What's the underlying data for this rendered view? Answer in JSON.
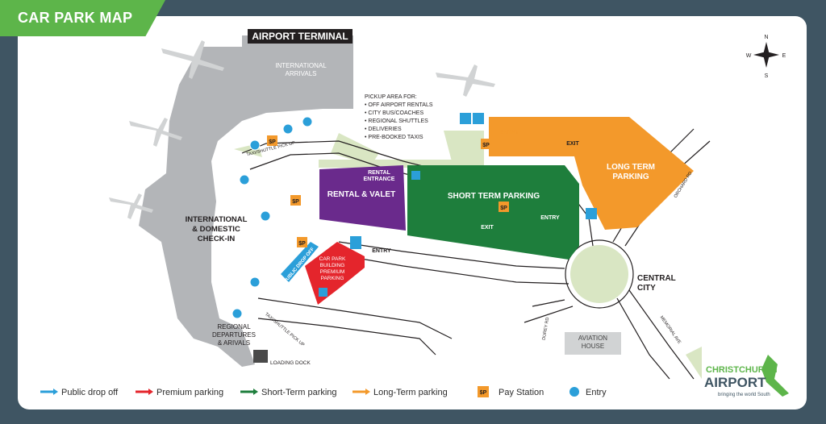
{
  "title": "CAR PARK MAP",
  "labels": {
    "airport_terminal": "AIRPORT TERMINAL",
    "international_arrivals_1": "INTERNATIONAL",
    "international_arrivals_2": "ARRIVALS",
    "pickup_lines": [
      "PICKUP AREA FOR:",
      "• OFF AIRPORT RENTALS",
      "• CITY BUS/COACHES",
      "• REGIONAL SHUTTLES",
      "• DELIVERIES",
      "• PRE-BOOKED TAXIS"
    ],
    "taxi_pickup_top": "TAXI/SHUTTLE PICK UP",
    "checkin_1": "INTERNATIONAL",
    "checkin_2": "& DOMESTIC",
    "checkin_3": "CHECK-IN",
    "regional_1": "REGIONAL",
    "regional_2": "DEPARTURES",
    "regional_3": "& ARIVALS",
    "loading_dock": "LOADING DOCK",
    "taxi_pickup_bottom": "TAXI/SHUTTLE PICK UP",
    "rental_entrance_1": "RENTAL",
    "rental_entrance_2": "ENTRANCE",
    "rental_valet": "RENTAL & VALET",
    "short_term": "SHORT TERM PARKING",
    "long_term_1": "LONG TERM",
    "long_term_2": "PARKING",
    "entry_orange": "ENTRY",
    "exit_top": "EXIT",
    "exit_mid": "EXIT",
    "entry_short": "ENTRY",
    "entry_premium": "ENTRY",
    "public_dropoff": "PUBLIC DROP OFF",
    "premium_1": "CAR PARK",
    "premium_2": "BUILDING",
    "premium_3": "PREMIUM",
    "premium_4": "PARKING",
    "central_1": "CENTRAL",
    "central_2": "CITY",
    "aviation_1": "AVIATION",
    "aviation_2": "HOUSE",
    "orchard_rd": "ORCHARD RD",
    "memorial_ave": "MEMORIAL AVE",
    "durey_rd": "DUREY RD",
    "pay_symbol": "$P"
  },
  "compass": {
    "n": "N",
    "s": "S",
    "e": "E",
    "w": "W"
  },
  "logo": {
    "line1": "CHRISTCHURCH",
    "line2": "AIRPORT",
    "tagline": "bringing the world South"
  },
  "legend": {
    "public": "Public drop off",
    "premium": "Premium parking",
    "short": "Short-Term parking",
    "long": "Long-Term parking",
    "pay": "Pay Station",
    "entry": "Entry"
  },
  "colors": {
    "public": "#2b9fd9",
    "premium": "#e4252c",
    "short": "#1e7e3c",
    "long": "#f3992b",
    "rental": "#6a2a8c",
    "terminal": "#b3b5b8",
    "grass": "#d9e6c3",
    "road": "#ffffff",
    "accent": "#5db54a"
  }
}
